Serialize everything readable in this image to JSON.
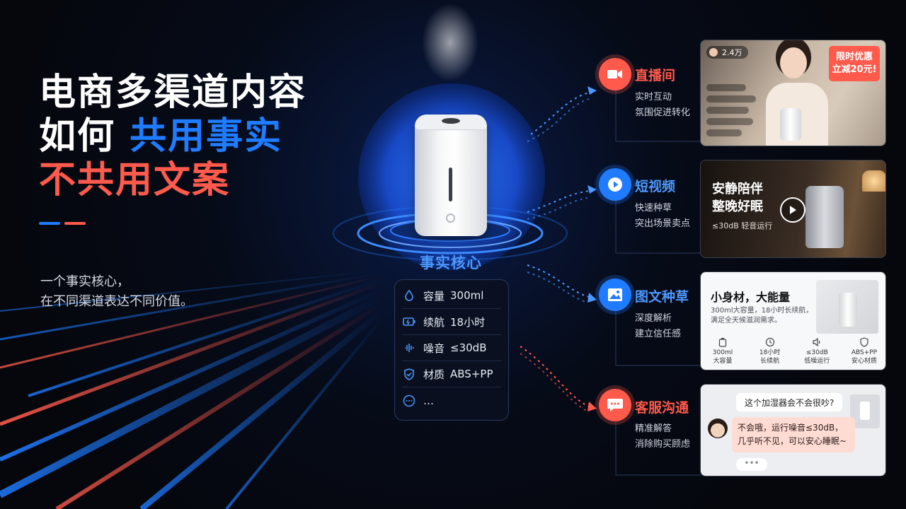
{
  "headline": {
    "line1": "电商多渠道内容",
    "line2_prefix": "如何",
    "line2_highlight": "共用事实",
    "line3": "不共用文案"
  },
  "subtitle": {
    "line1": "一个事实核心，",
    "line2": "在不同渠道表达不同价值。"
  },
  "core": {
    "label": "事实核心",
    "items": [
      {
        "icon": "water-drop-icon",
        "key": "容量",
        "value": "300ml"
      },
      {
        "icon": "battery-icon",
        "key": "续航",
        "value": "18小时"
      },
      {
        "icon": "sound-wave-icon",
        "key": "噪音",
        "value": "≤30dB"
      },
      {
        "icon": "shield-check-icon",
        "key": "材质",
        "value": "ABS+PP"
      },
      {
        "icon": "more-icon",
        "key": "",
        "value": "…"
      }
    ]
  },
  "channels": {
    "live": {
      "title": "直播间",
      "desc1": "实时互动",
      "desc2": "氛围促进转化",
      "icon": "video-camera-icon",
      "color": "#ff5a4c"
    },
    "short": {
      "title": "短视频",
      "desc1": "快速种草",
      "desc2": "突出场景卖点",
      "icon": "play-icon",
      "color": "#1f7bff"
    },
    "graphic": {
      "title": "图文种草",
      "desc1": "深度解析",
      "desc2": "建立信任感",
      "icon": "image-icon",
      "color": "#1f7bff"
    },
    "service": {
      "title": "客服沟通",
      "desc1": "精准解答",
      "desc2": "消除购买顾虑",
      "icon": "chat-bubble-icon",
      "color": "#ff5a4c"
    }
  },
  "live_card": {
    "viewers": "2.4万",
    "promo_line1": "限时优惠",
    "promo_line2": "立减20元!"
  },
  "short_card": {
    "title1": "安静陪伴",
    "title2": "整晚好眠",
    "spec": "≤30dB 轻音运行"
  },
  "graphic_card": {
    "title": "小身材，大能量",
    "desc1": "300ml大容量，18小时长续航，",
    "desc2": "满足全天候滋润需求。",
    "features": [
      {
        "icon": "capacity-icon",
        "top": "300ml",
        "bottom": "大容量"
      },
      {
        "icon": "clock-icon",
        "top": "18小时",
        "bottom": "长续航"
      },
      {
        "icon": "speaker-icon",
        "top": "≤30dB",
        "bottom": "低噪运行"
      },
      {
        "icon": "shield-icon",
        "top": "ABS+PP",
        "bottom": "安心材质"
      }
    ]
  },
  "service_card": {
    "question": "这个加湿器会不会很吵?",
    "answer": "不会哦，运行噪音≤30dB，几乎听不见，可以安心睡眠~",
    "typing": "•••"
  },
  "colors": {
    "blue": "#1f7bff",
    "red": "#ff5a4c",
    "background": "#05070d"
  }
}
